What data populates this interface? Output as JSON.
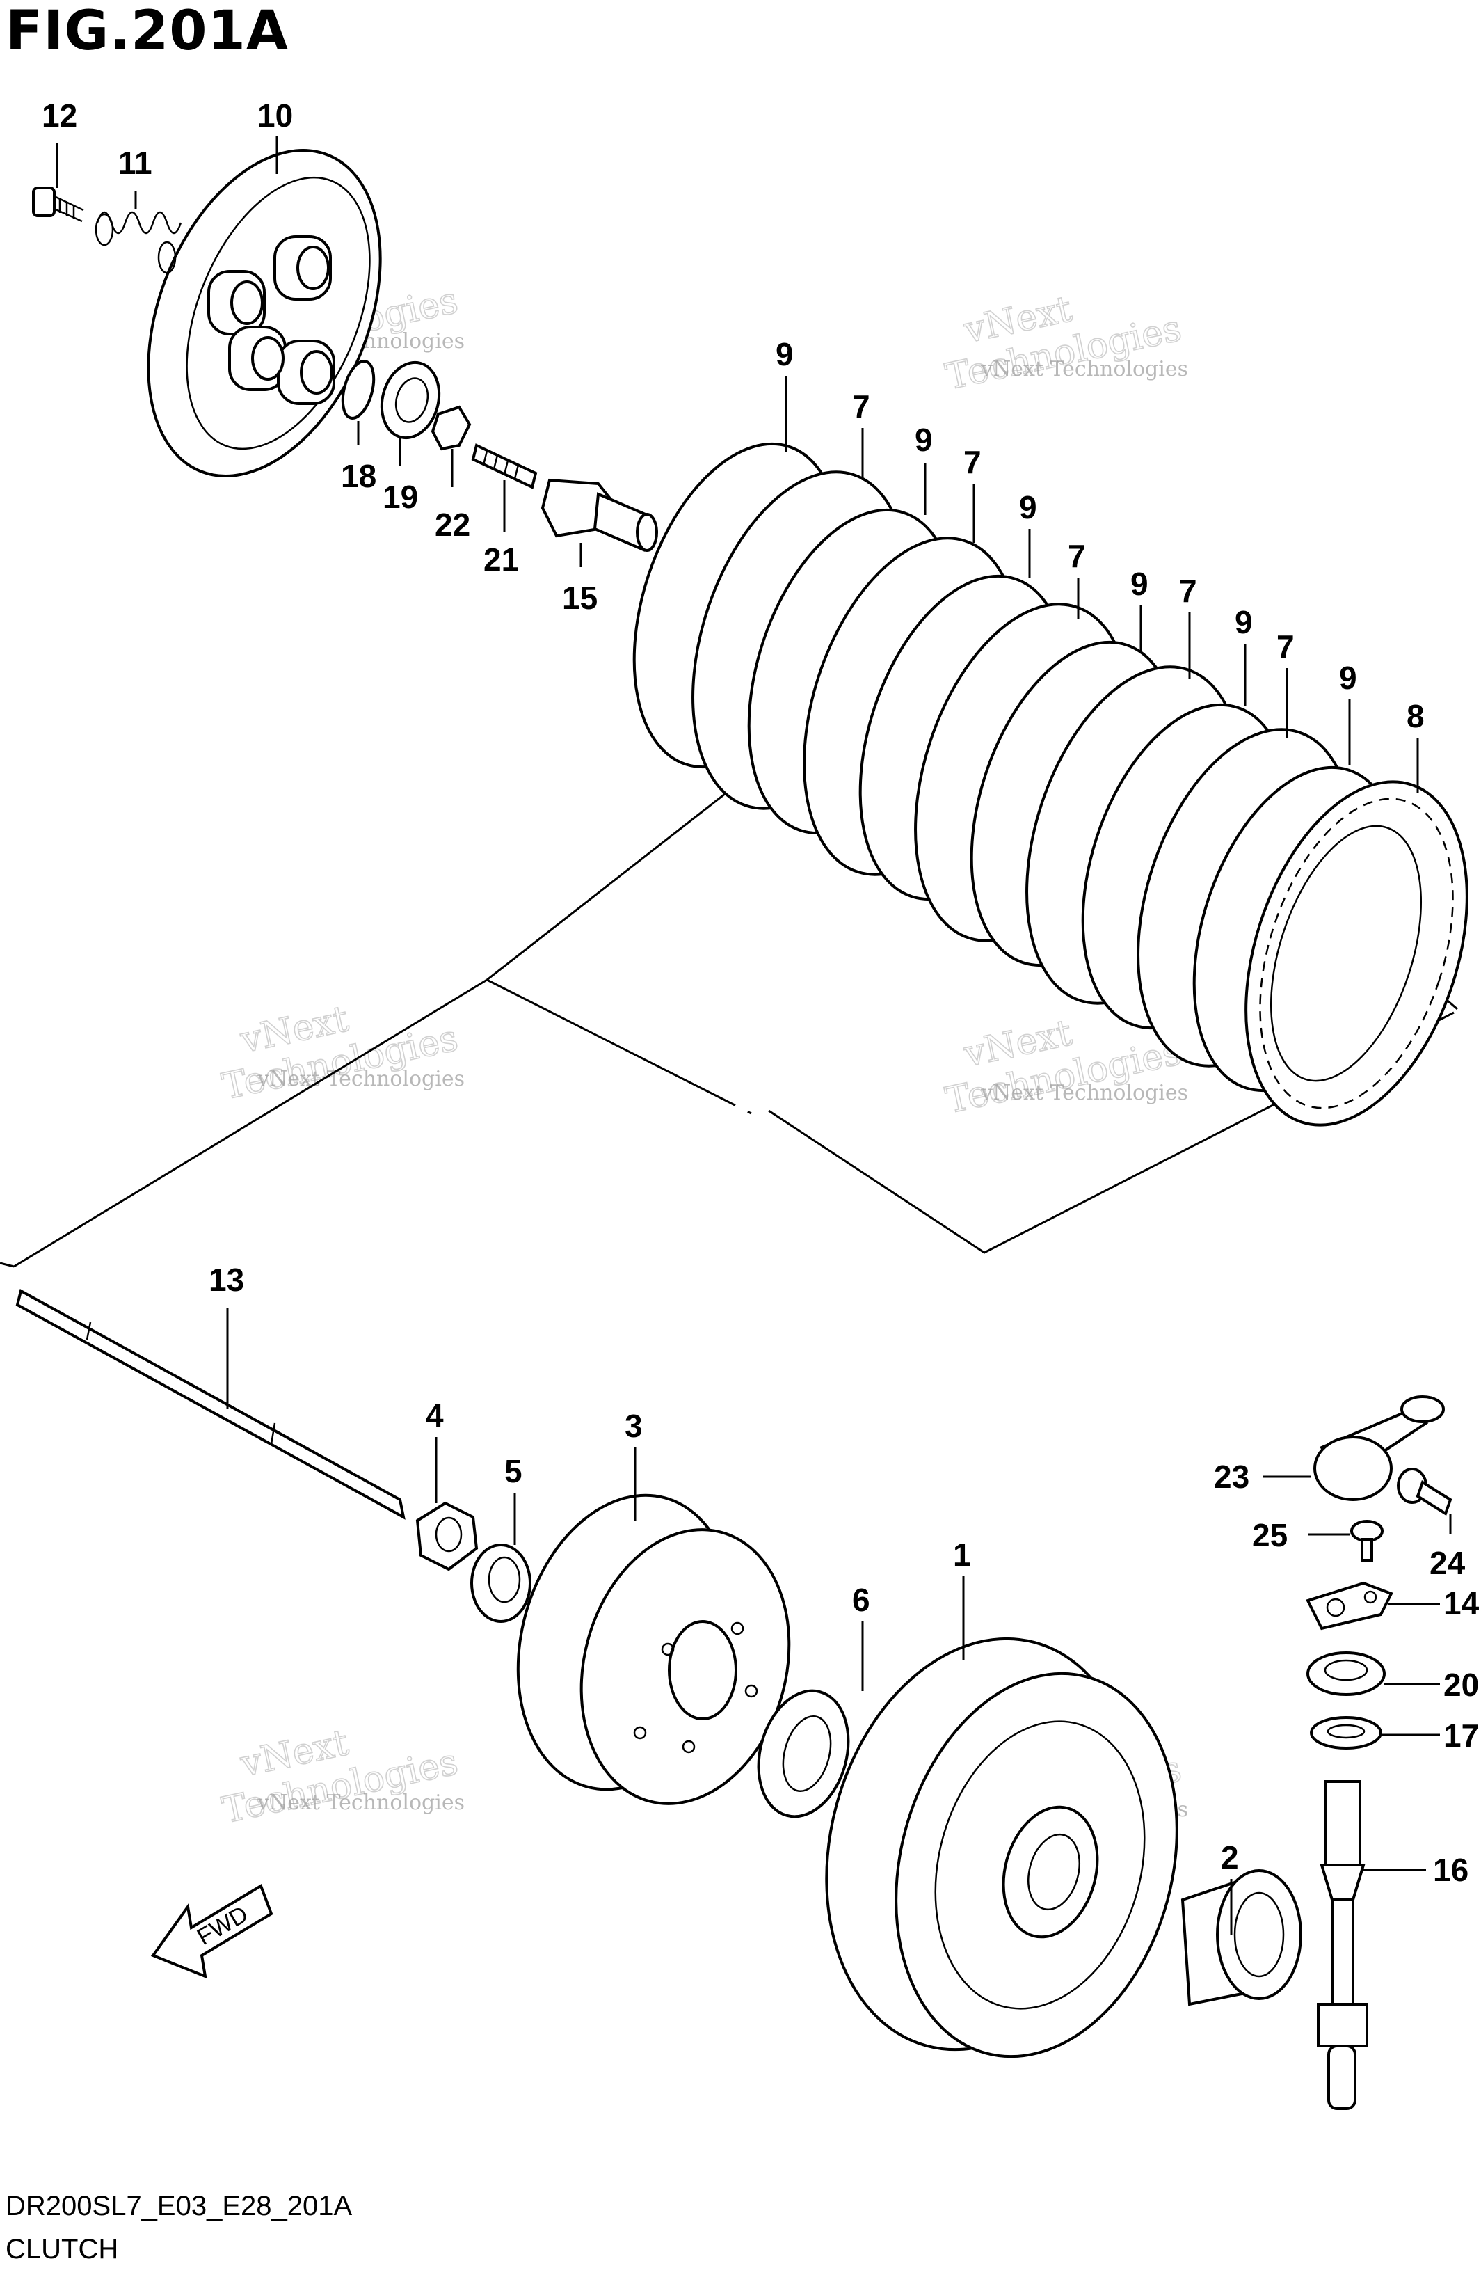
{
  "figure": {
    "title": "FIG.201A",
    "code": "DR200SL7_E03_E28_201A",
    "name": "CLUTCH"
  },
  "watermark": {
    "company": "vNext Technologies",
    "brand": "vNext",
    "word": "Technologies"
  },
  "fwd_label": "FWD",
  "callouts": [
    {
      "id": "12",
      "label": "12"
    },
    {
      "id": "11",
      "label": "11"
    },
    {
      "id": "10",
      "label": "10"
    },
    {
      "id": "18",
      "label": "18"
    },
    {
      "id": "19",
      "label": "19"
    },
    {
      "id": "22",
      "label": "22"
    },
    {
      "id": "21",
      "label": "21"
    },
    {
      "id": "15",
      "label": "15"
    },
    {
      "id": "9a",
      "label": "9"
    },
    {
      "id": "7a",
      "label": "7"
    },
    {
      "id": "9b",
      "label": "9"
    },
    {
      "id": "7b",
      "label": "7"
    },
    {
      "id": "9c",
      "label": "9"
    },
    {
      "id": "7c",
      "label": "7"
    },
    {
      "id": "9d",
      "label": "9"
    },
    {
      "id": "7d",
      "label": "7"
    },
    {
      "id": "9e",
      "label": "9"
    },
    {
      "id": "7e",
      "label": "7"
    },
    {
      "id": "9f",
      "label": "9"
    },
    {
      "id": "8",
      "label": "8"
    },
    {
      "id": "13",
      "label": "13"
    },
    {
      "id": "4",
      "label": "4"
    },
    {
      "id": "5",
      "label": "5"
    },
    {
      "id": "3",
      "label": "3"
    },
    {
      "id": "6",
      "label": "6"
    },
    {
      "id": "1",
      "label": "1"
    },
    {
      "id": "2",
      "label": "2"
    },
    {
      "id": "23",
      "label": "23"
    },
    {
      "id": "24",
      "label": "24"
    },
    {
      "id": "25",
      "label": "25"
    },
    {
      "id": "14",
      "label": "14"
    },
    {
      "id": "20",
      "label": "20"
    },
    {
      "id": "17",
      "label": "17"
    },
    {
      "id": "16",
      "label": "16"
    }
  ]
}
